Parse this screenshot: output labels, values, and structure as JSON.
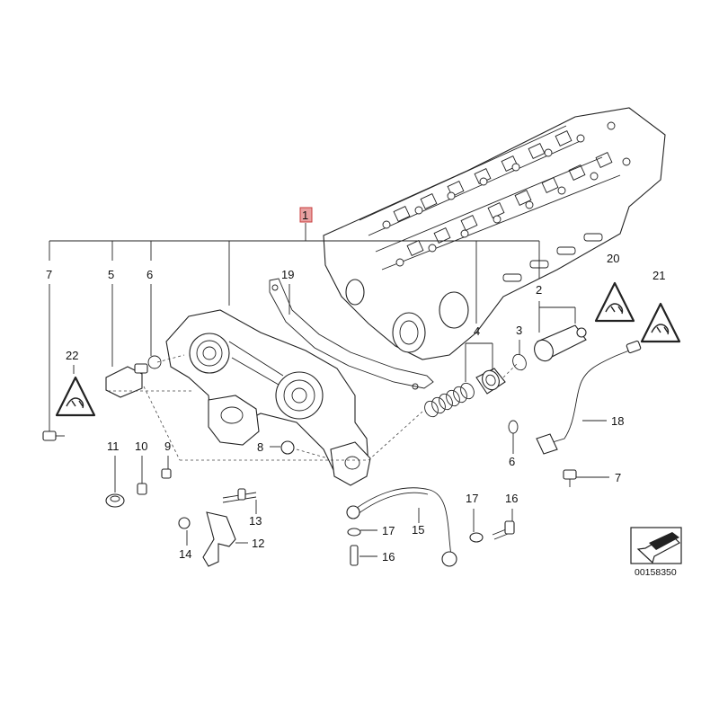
{
  "diagram": {
    "id_code": "00158350",
    "callouts": {
      "c1": "1",
      "c2": "2",
      "c3": "3",
      "c4": "4",
      "c5": "5",
      "c6a": "6",
      "c6b": "6",
      "c7a": "7",
      "c7b": "7",
      "c8": "8",
      "c9": "9",
      "c10": "10",
      "c11": "11",
      "c12": "12",
      "c13": "13",
      "c14": "14",
      "c15": "15",
      "c16a": "16",
      "c16b": "16",
      "c17a": "17",
      "c17b": "17",
      "c18": "18",
      "c19": "19",
      "c20": "20",
      "c21": "21",
      "c22": "22"
    },
    "colors": {
      "highlight_box": "#e8a0a0",
      "highlight_border": "#c83c3c",
      "line": "#222222"
    },
    "icons": [
      "warning-triangle-icon",
      "arrow-navigation-icon"
    ]
  }
}
